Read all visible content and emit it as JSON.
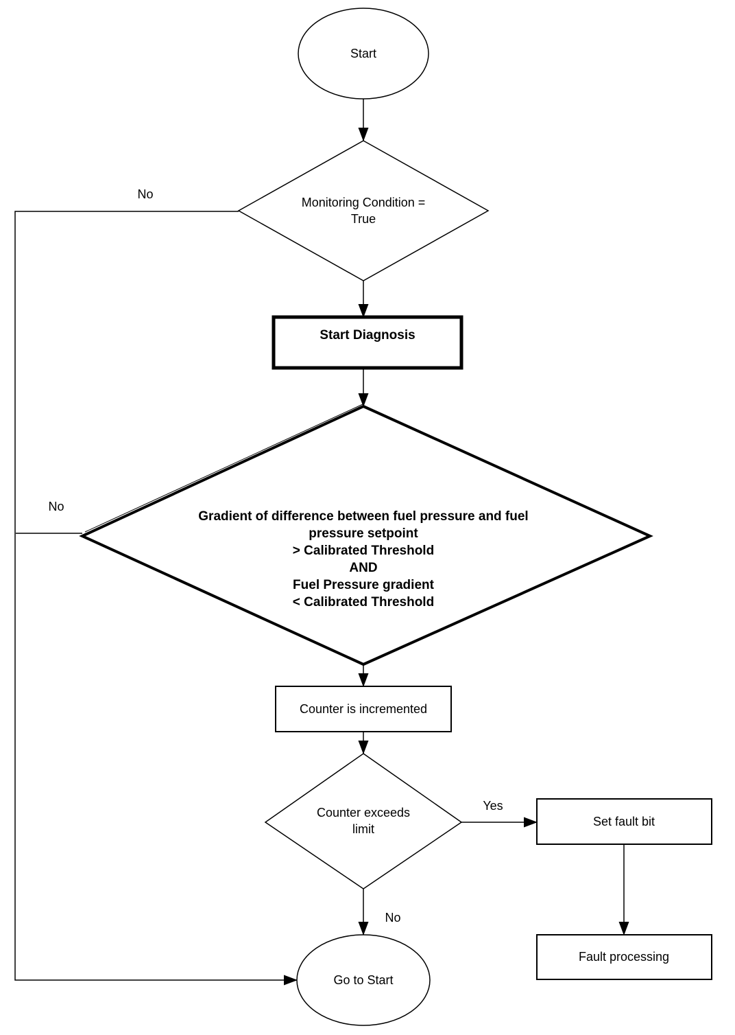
{
  "flowchart": {
    "colors": {
      "background": "#ffffff",
      "stroke": "#000000",
      "text": "#000000"
    },
    "nodes": {
      "start": {
        "label": "Start"
      },
      "monitoring_condition": {
        "line1": "Monitoring Condition =",
        "line2": "True"
      },
      "start_diagnosis": {
        "label": "Start Diagnosis"
      },
      "gradient_check": {
        "lines": [
          "Gradient of difference between fuel pressure and fuel",
          "pressure setpoint",
          "> Calibrated Threshold",
          "AND",
          "Fuel Pressure gradient",
          "< Calibrated Threshold"
        ]
      },
      "counter_incremented": {
        "label": "Counter is incremented"
      },
      "counter_exceeds": {
        "line1": "Counter exceeds",
        "line2": "limit"
      },
      "set_fault_bit": {
        "label": "Set fault bit"
      },
      "fault_processing": {
        "label": "Fault processing"
      },
      "go_to_start": {
        "label": "Go to Start"
      }
    },
    "edge_labels": {
      "monitoring_no": "No",
      "gradient_no": "No",
      "counter_yes": "Yes",
      "counter_no": "No"
    }
  }
}
